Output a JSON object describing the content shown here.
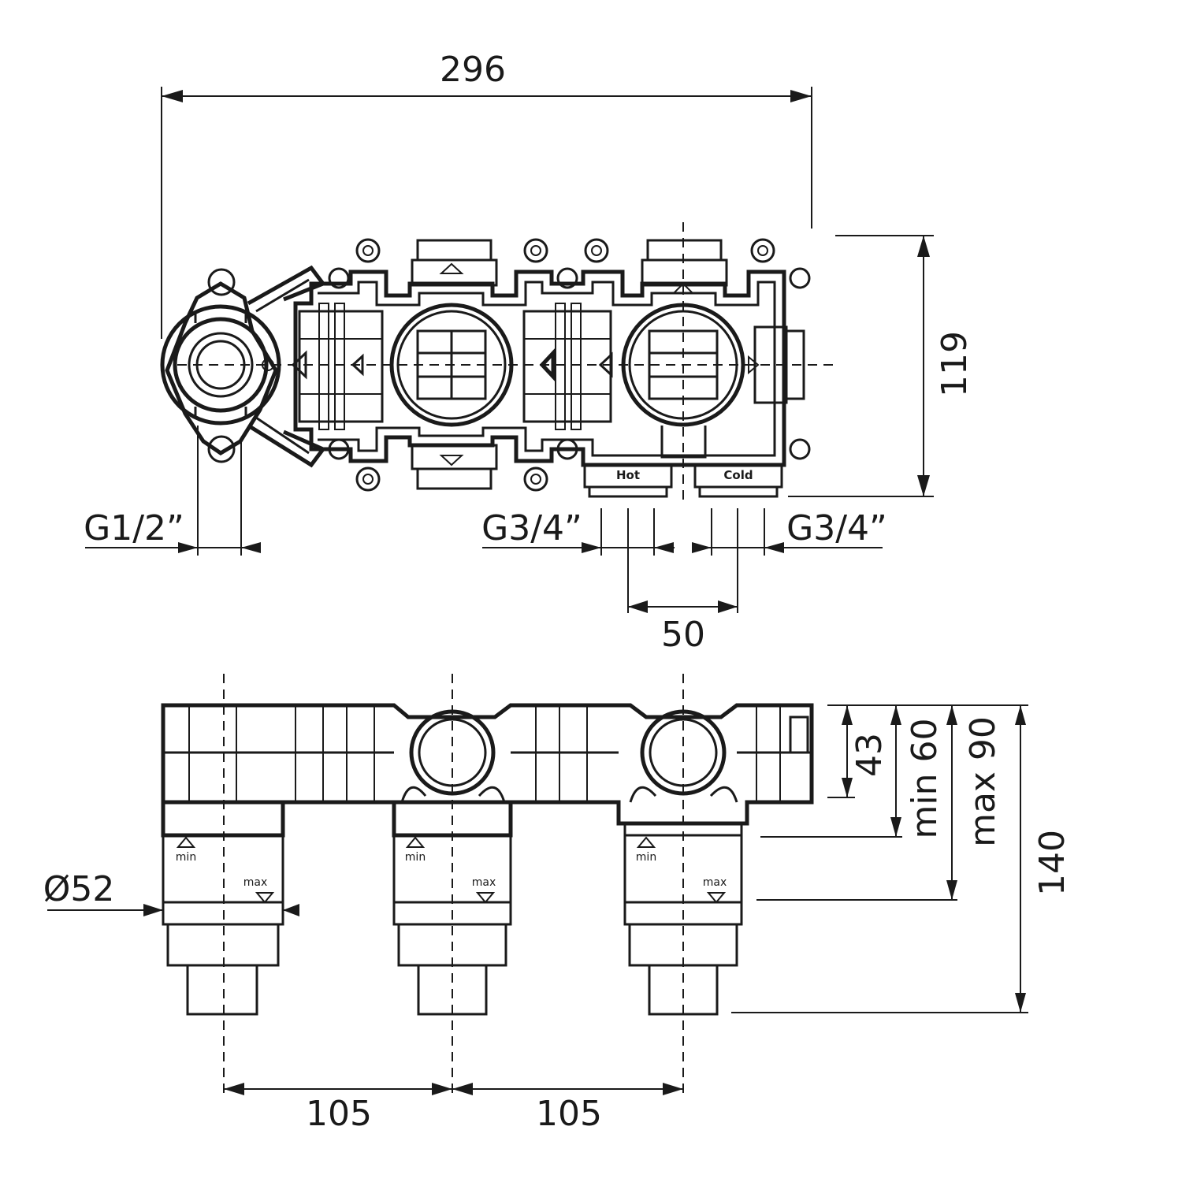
{
  "top_view": {
    "width_dim": "296",
    "height_dim": "119",
    "inlet_left": "G1/2”",
    "inlet_hot": "G3/4”",
    "inlet_cold": "G3/4”",
    "spacing_dim": "50",
    "hot_label": "Hot",
    "cold_label": "Cold"
  },
  "side_view": {
    "depth_43": "43",
    "min_60": "min 60",
    "max_90": "max 90",
    "total_140": "140",
    "diameter": "Ø52",
    "spacing_1": "105",
    "spacing_2": "105",
    "min_marks": [
      "min",
      "min",
      "min"
    ],
    "max_marks": [
      "max",
      "max",
      "max"
    ]
  }
}
